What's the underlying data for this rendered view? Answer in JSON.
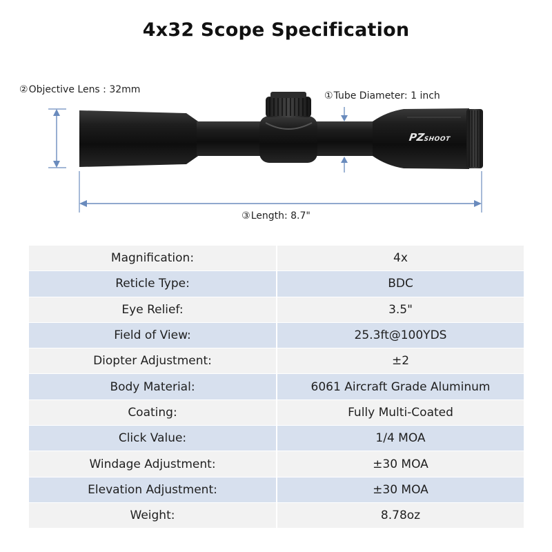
{
  "title": "4x32 Scope Specification",
  "diagram": {
    "objective_lens": {
      "num": "②",
      "text": "Objective Lens : 32mm"
    },
    "tube_diameter": {
      "num": "①",
      "text": "Tube Diameter: 1 inch"
    },
    "length": {
      "num": "③",
      "text": "Length: 8.7\""
    },
    "brand": {
      "main": "PZ",
      "small": "SHOOT"
    }
  },
  "specs": [
    {
      "label": "Magnification:",
      "value": "4x"
    },
    {
      "label": "Reticle Type:",
      "value": "BDC"
    },
    {
      "label": "Eye Relief:",
      "value": "3.5\""
    },
    {
      "label": "Field of View:",
      "value": "25.3ft@100YDS"
    },
    {
      "label": "Diopter Adjustment:",
      "value": "±2"
    },
    {
      "label": "Body Material:",
      "value": "6061 Aircraft Grade Aluminum"
    },
    {
      "label": "Coating:",
      "value": "Fully Multi-Coated"
    },
    {
      "label": "Click Value:",
      "value": "1/4 MOA"
    },
    {
      "label": "Windage Adjustment:",
      "value": "±30 MOA"
    },
    {
      "label": "Elevation Adjustment:",
      "value": "±30 MOA"
    },
    {
      "label": "Weight:",
      "value": "8.78oz"
    }
  ],
  "colors": {
    "row_light": "#f2f2f2",
    "row_blue": "#d7e0ee",
    "scope_body": "#141414",
    "dimension_line": "#6a8bbd"
  },
  "icons": [
    "scope-image",
    "dimension-arrow-icon"
  ]
}
